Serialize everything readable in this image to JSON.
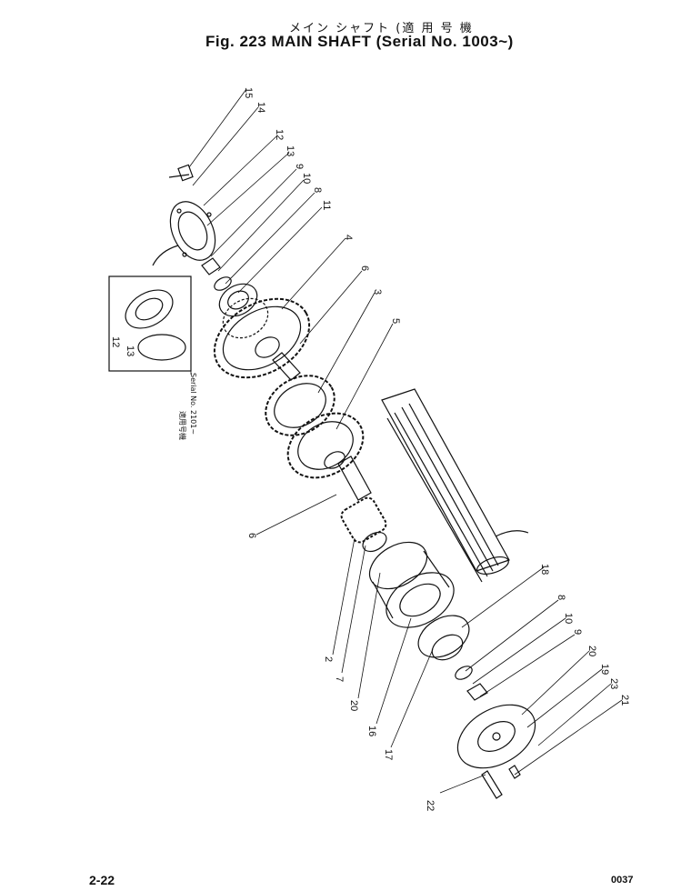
{
  "header": {
    "jp_title": "メイン シャフト (適 用 号 機",
    "title": "Fig. 223 MAIN SHAFT (Serial No. 1003~)"
  },
  "inset": {
    "note_jp": "適用号機",
    "note_serial": "Serial No. 2101~",
    "labels": [
      "12",
      "13"
    ]
  },
  "callouts": [
    "15",
    "14",
    "12",
    "13",
    "9",
    "10",
    "8",
    "11",
    "4",
    "6",
    "3",
    "5",
    "6",
    "2",
    "7",
    "20",
    "16",
    "17",
    "18",
    "8",
    "10",
    "9",
    "20",
    "19",
    "23",
    "21",
    "22"
  ],
  "footer": {
    "page": "2-22",
    "code": "0037"
  }
}
